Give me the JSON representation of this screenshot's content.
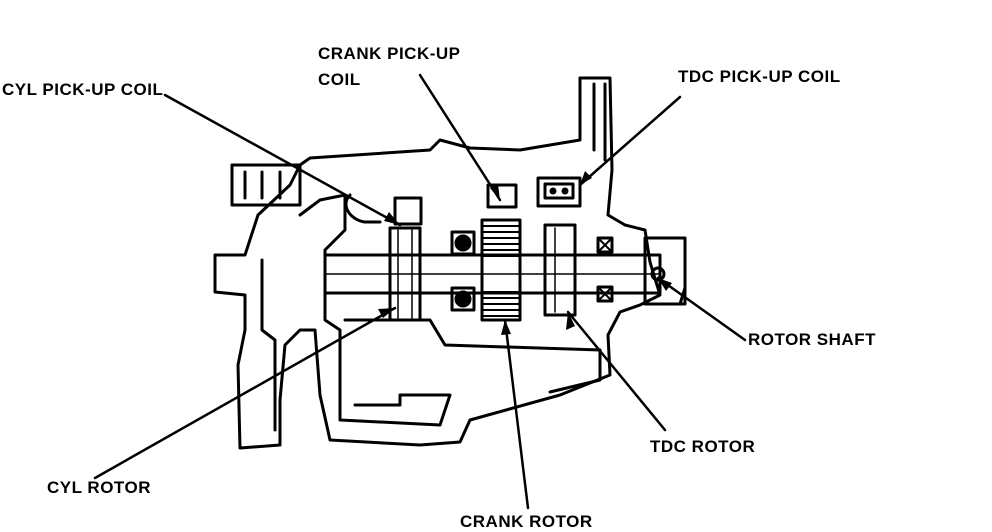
{
  "labels": {
    "crank_pickup_coil_line1": "CRANK PICK-UP",
    "crank_pickup_coil_line2": "COIL",
    "cyl_pickup_coil": "CYL PICK-UP COIL",
    "tdc_pickup_coil": "TDC PICK-UP COIL",
    "rotor_shaft": "ROTOR SHAFT",
    "tdc_rotor": "TDC ROTOR",
    "cyl_rotor": "CYL ROTOR",
    "crank_rotor": "CRANK ROTOR"
  },
  "colors": {
    "ink": "#000000",
    "paper": "#ffffff"
  }
}
